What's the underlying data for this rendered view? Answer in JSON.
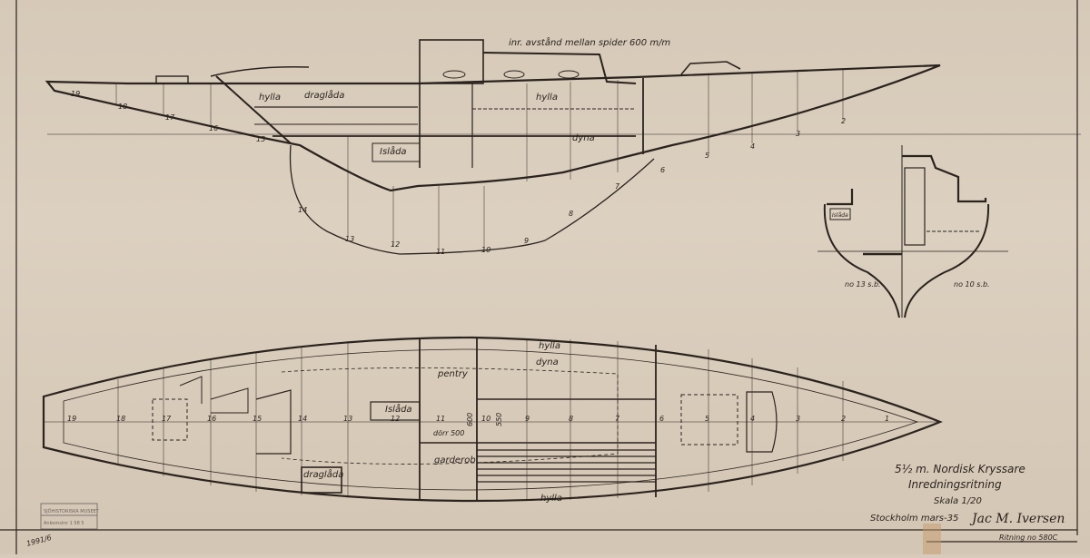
{
  "profile": {
    "note": "inr. avstånd mellan spider 600 m/m",
    "labels": {
      "shelf": "hylla",
      "drawer": "draglåda",
      "shelf2": "hylla",
      "cushion": "dyna",
      "icebox": "Islåda"
    },
    "stations_hull": [
      "19",
      "18",
      "17",
      "16",
      "15"
    ],
    "stations_keel": [
      "14",
      "13",
      "12",
      "11",
      "10",
      "9",
      "8",
      "7",
      "6",
      "5",
      "4",
      "3",
      "2"
    ]
  },
  "section": {
    "ice": "Islåda",
    "left_label": "no 13 s.b.",
    "right_label": "no 10 s.b."
  },
  "plan": {
    "labels": {
      "shelf_top": "hylla",
      "cushion": "dyna",
      "pantry": "pentry",
      "icebox": "Islåda",
      "door": "dörr 500",
      "dim600": "600",
      "dim550": "550",
      "wardrobe": "garderob",
      "drawer": "draglåda",
      "shelf_bottom": "hylla"
    },
    "stations": [
      "19",
      "18",
      "17",
      "16",
      "15",
      "14",
      "13",
      "12",
      "11",
      "10",
      "9",
      "8",
      "7",
      "6",
      "5",
      "4",
      "3",
      "2",
      "1"
    ]
  },
  "title_block": {
    "line1": "5½ m. Nordisk Kryssare",
    "line2": "Inredningsritning",
    "line3": "Skala 1/20",
    "place_date": "Stockholm mars-35",
    "signature": "Jac M. Iversen",
    "drawing_no": "Ritning no 580C"
  },
  "stamp": {
    "line1": "SJÖHISTORISKA MUSEET",
    "line2": "Ankomstnr 1 58 5"
  },
  "catalog_mark": "1991/6"
}
